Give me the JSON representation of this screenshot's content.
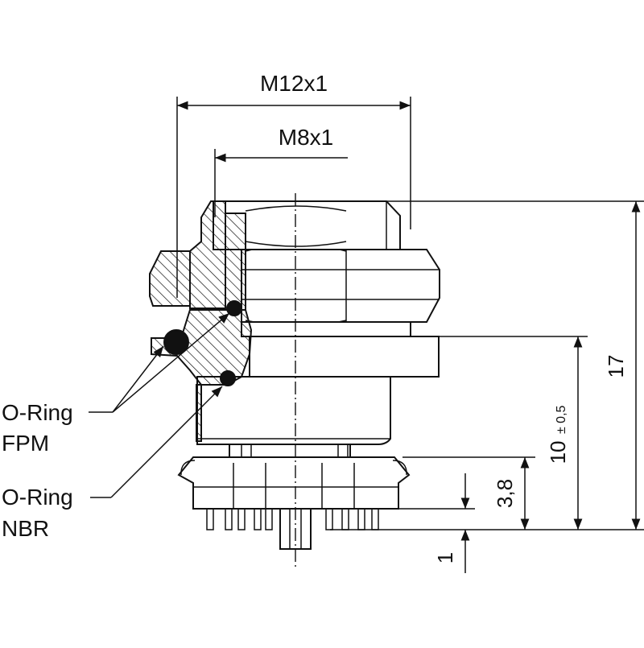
{
  "dimensions": {
    "outer_thread": "M12x1",
    "inner_thread": "M8x1",
    "total_height": "17",
    "height_tol_main": "10",
    "height_tol_suffix": "± 0,5",
    "pcb_height": "3,8",
    "pin_length": "1"
  },
  "labels": {
    "oring_fpm_line1": "O-Ring",
    "oring_fpm_line2": "FPM",
    "oring_nbr_line1": "O-Ring",
    "oring_nbr_line2": "NBR"
  }
}
